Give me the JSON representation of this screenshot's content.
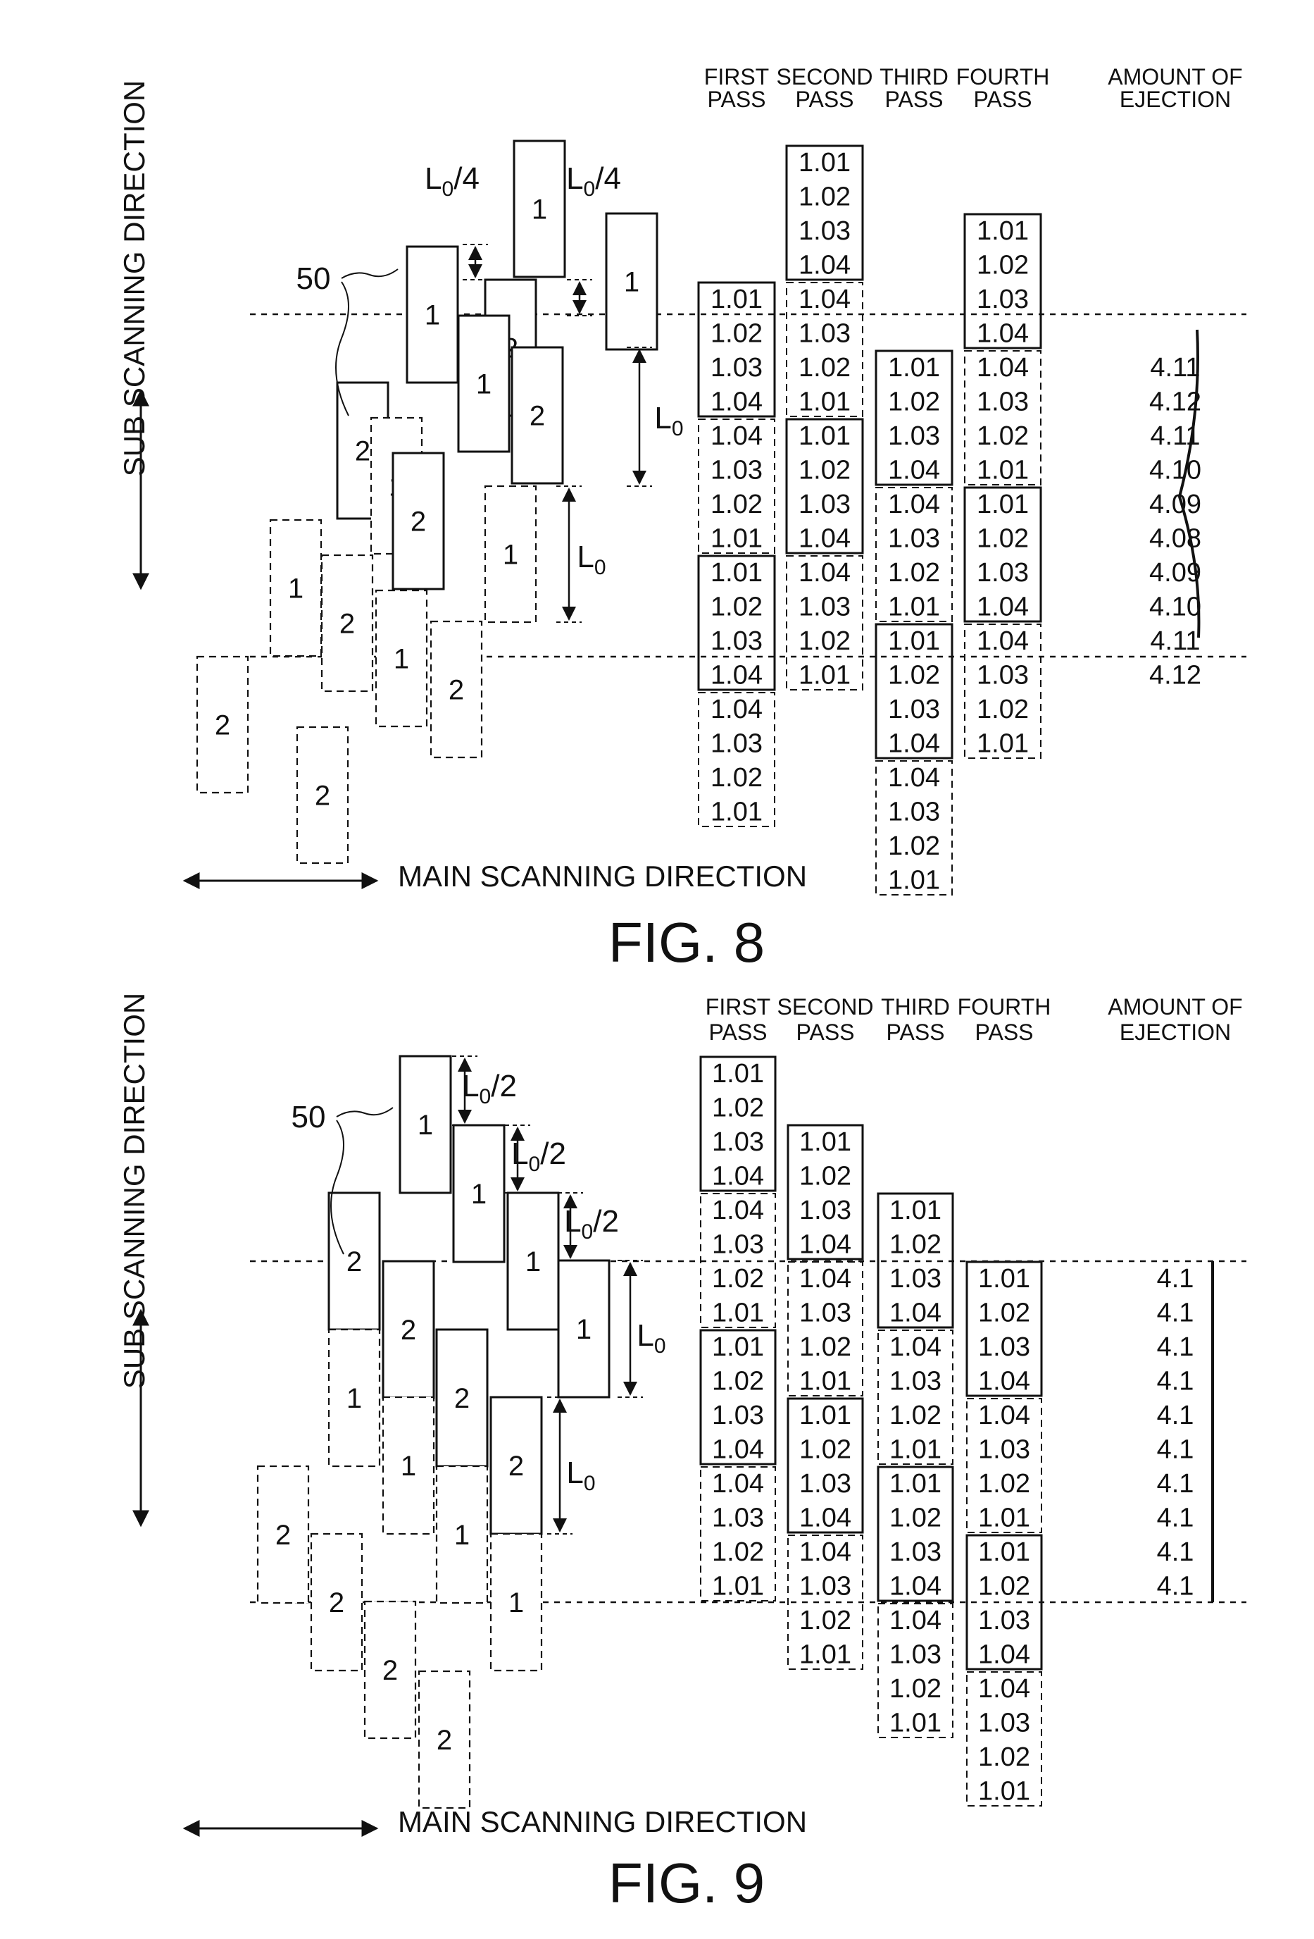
{
  "figures": [
    {
      "caption": "FIG. 8",
      "sub_scanning_label": "SUB SCANNING DIRECTION",
      "main_scanning_label": "MAIN SCANNING DIRECTION",
      "reference_label": "50",
      "head_labels": [
        {
          "base": "L",
          "sub": "0",
          "suffix": "/4"
        },
        {
          "base": "L",
          "sub": "0",
          "suffix": "/4"
        },
        {
          "base": "L",
          "sub": "0",
          "suffix": ""
        },
        {
          "base": "L",
          "sub": "0",
          "suffix": ""
        }
      ],
      "heads": [
        {
          "n": "1",
          "style": "solid"
        },
        {
          "n": "1",
          "style": "solid"
        },
        {
          "n": "1",
          "style": "solid"
        },
        {
          "n": "2",
          "style": "solid"
        },
        {
          "n": "1",
          "style": "solid"
        },
        {
          "n": "2",
          "style": "solid"
        },
        {
          "n": "2",
          "style": "solid"
        },
        {
          "n": "1",
          "style": "dashed"
        },
        {
          "n": "2",
          "style": "solid"
        },
        {
          "n": "1",
          "style": "dashed"
        },
        {
          "n": "1",
          "style": "dashed"
        },
        {
          "n": "2",
          "style": "dashed"
        },
        {
          "n": "1",
          "style": "dashed"
        },
        {
          "n": "2",
          "style": "dashed"
        },
        {
          "n": "2",
          "style": "dashed"
        },
        {
          "n": "2",
          "style": "dashed"
        }
      ],
      "columns": [
        {
          "header": [
            "FIRST",
            "PASS"
          ],
          "values": [
            "1.01",
            "1.02",
            "1.03",
            "1.04",
            "1.04",
            "1.03",
            "1.02",
            "1.01",
            "1.01",
            "1.02",
            "1.03",
            "1.04",
            "1.04",
            "1.03",
            "1.02",
            "1.01"
          ]
        },
        {
          "header": [
            "SECOND",
            "PASS"
          ],
          "values": [
            "1.01",
            "1.02",
            "1.03",
            "1.04",
            "1.04",
            "1.03",
            "1.02",
            "1.01",
            "1.01",
            "1.02",
            "1.03",
            "1.04",
            "1.04",
            "1.03",
            "1.02",
            "1.01"
          ]
        },
        {
          "header": [
            "THIRD",
            "PASS"
          ],
          "values": [
            "1.01",
            "1.02",
            "1.03",
            "1.04",
            "1.04",
            "1.03",
            "1.02",
            "1.01",
            "1.01",
            "1.02",
            "1.03",
            "1.04",
            "1.04",
            "1.03",
            "1.02",
            "1.01"
          ]
        },
        {
          "header": [
            "FOURTH",
            "PASS"
          ],
          "values": [
            "1.01",
            "1.02",
            "1.03",
            "1.04",
            "1.04",
            "1.03",
            "1.02",
            "1.01",
            "1.01",
            "1.02",
            "1.03",
            "1.04",
            "1.04",
            "1.03",
            "1.02",
            "1.01"
          ]
        }
      ],
      "ejection_header": [
        "AMOUNT OF",
        "EJECTION"
      ],
      "ejection": [
        "4.11",
        "4.12",
        "4.11",
        "4.10",
        "4.09",
        "4.08",
        "4.09",
        "4.10",
        "4.11",
        "4.12"
      ]
    },
    {
      "caption": "FIG. 9",
      "sub_scanning_label": "SUB SCANNING DIRECTION",
      "main_scanning_label": "MAIN SCANNING DIRECTION",
      "reference_label": "50",
      "head_labels": [
        {
          "base": "L",
          "sub": "0",
          "suffix": "/2"
        },
        {
          "base": "L",
          "sub": "0",
          "suffix": "/2"
        },
        {
          "base": "L",
          "sub": "0",
          "suffix": "/2"
        },
        {
          "base": "L",
          "sub": "0",
          "suffix": ""
        },
        {
          "base": "L",
          "sub": "0",
          "suffix": ""
        }
      ],
      "heads": [
        {
          "n": "1",
          "style": "solid"
        },
        {
          "n": "1",
          "style": "solid"
        },
        {
          "n": "1",
          "style": "solid"
        },
        {
          "n": "1",
          "style": "solid"
        },
        {
          "n": "2",
          "style": "solid"
        },
        {
          "n": "2",
          "style": "solid"
        },
        {
          "n": "2",
          "style": "solid"
        },
        {
          "n": "2",
          "style": "solid"
        },
        {
          "n": "1",
          "style": "dashed"
        },
        {
          "n": "1",
          "style": "dashed"
        },
        {
          "n": "1",
          "style": "dashed"
        },
        {
          "n": "1",
          "style": "dashed"
        },
        {
          "n": "2",
          "style": "dashed"
        },
        {
          "n": "2",
          "style": "dashed"
        },
        {
          "n": "2",
          "style": "dashed"
        },
        {
          "n": "2",
          "style": "dashed"
        }
      ],
      "columns": [
        {
          "header": [
            "FIRST",
            "PASS"
          ],
          "values": [
            "1.01",
            "1.02",
            "1.03",
            "1.04",
            "1.04",
            "1.03",
            "1.02",
            "1.01",
            "1.01",
            "1.02",
            "1.03",
            "1.04",
            "1.04",
            "1.03",
            "1.02",
            "1.01"
          ]
        },
        {
          "header": [
            "SECOND",
            "PASS"
          ],
          "values": [
            "1.01",
            "1.02",
            "1.03",
            "1.04",
            "1.04",
            "1.03",
            "1.02",
            "1.01",
            "1.01",
            "1.02",
            "1.03",
            "1.04",
            "1.04",
            "1.03",
            "1.02",
            "1.01"
          ]
        },
        {
          "header": [
            "THIRD",
            "PASS"
          ],
          "values": [
            "1.01",
            "1.02",
            "1.03",
            "1.04",
            "1.04",
            "1.03",
            "1.02",
            "1.01",
            "1.01",
            "1.02",
            "1.03",
            "1.04",
            "1.04",
            "1.03",
            "1.02",
            "1.01"
          ]
        },
        {
          "header": [
            "FOURTH",
            "PASS"
          ],
          "values": [
            "1.01",
            "1.02",
            "1.03",
            "1.04",
            "1.04",
            "1.03",
            "1.02",
            "1.01",
            "1.01",
            "1.02",
            "1.03",
            "1.04",
            "1.04",
            "1.03",
            "1.02",
            "1.01"
          ]
        }
      ],
      "ejection_header": [
        "AMOUNT OF",
        "EJECTION"
      ],
      "ejection": [
        "4.1",
        "4.1",
        "4.1",
        "4.1",
        "4.1",
        "4.1",
        "4.1",
        "4.1",
        "4.1",
        "4.1"
      ]
    }
  ]
}
